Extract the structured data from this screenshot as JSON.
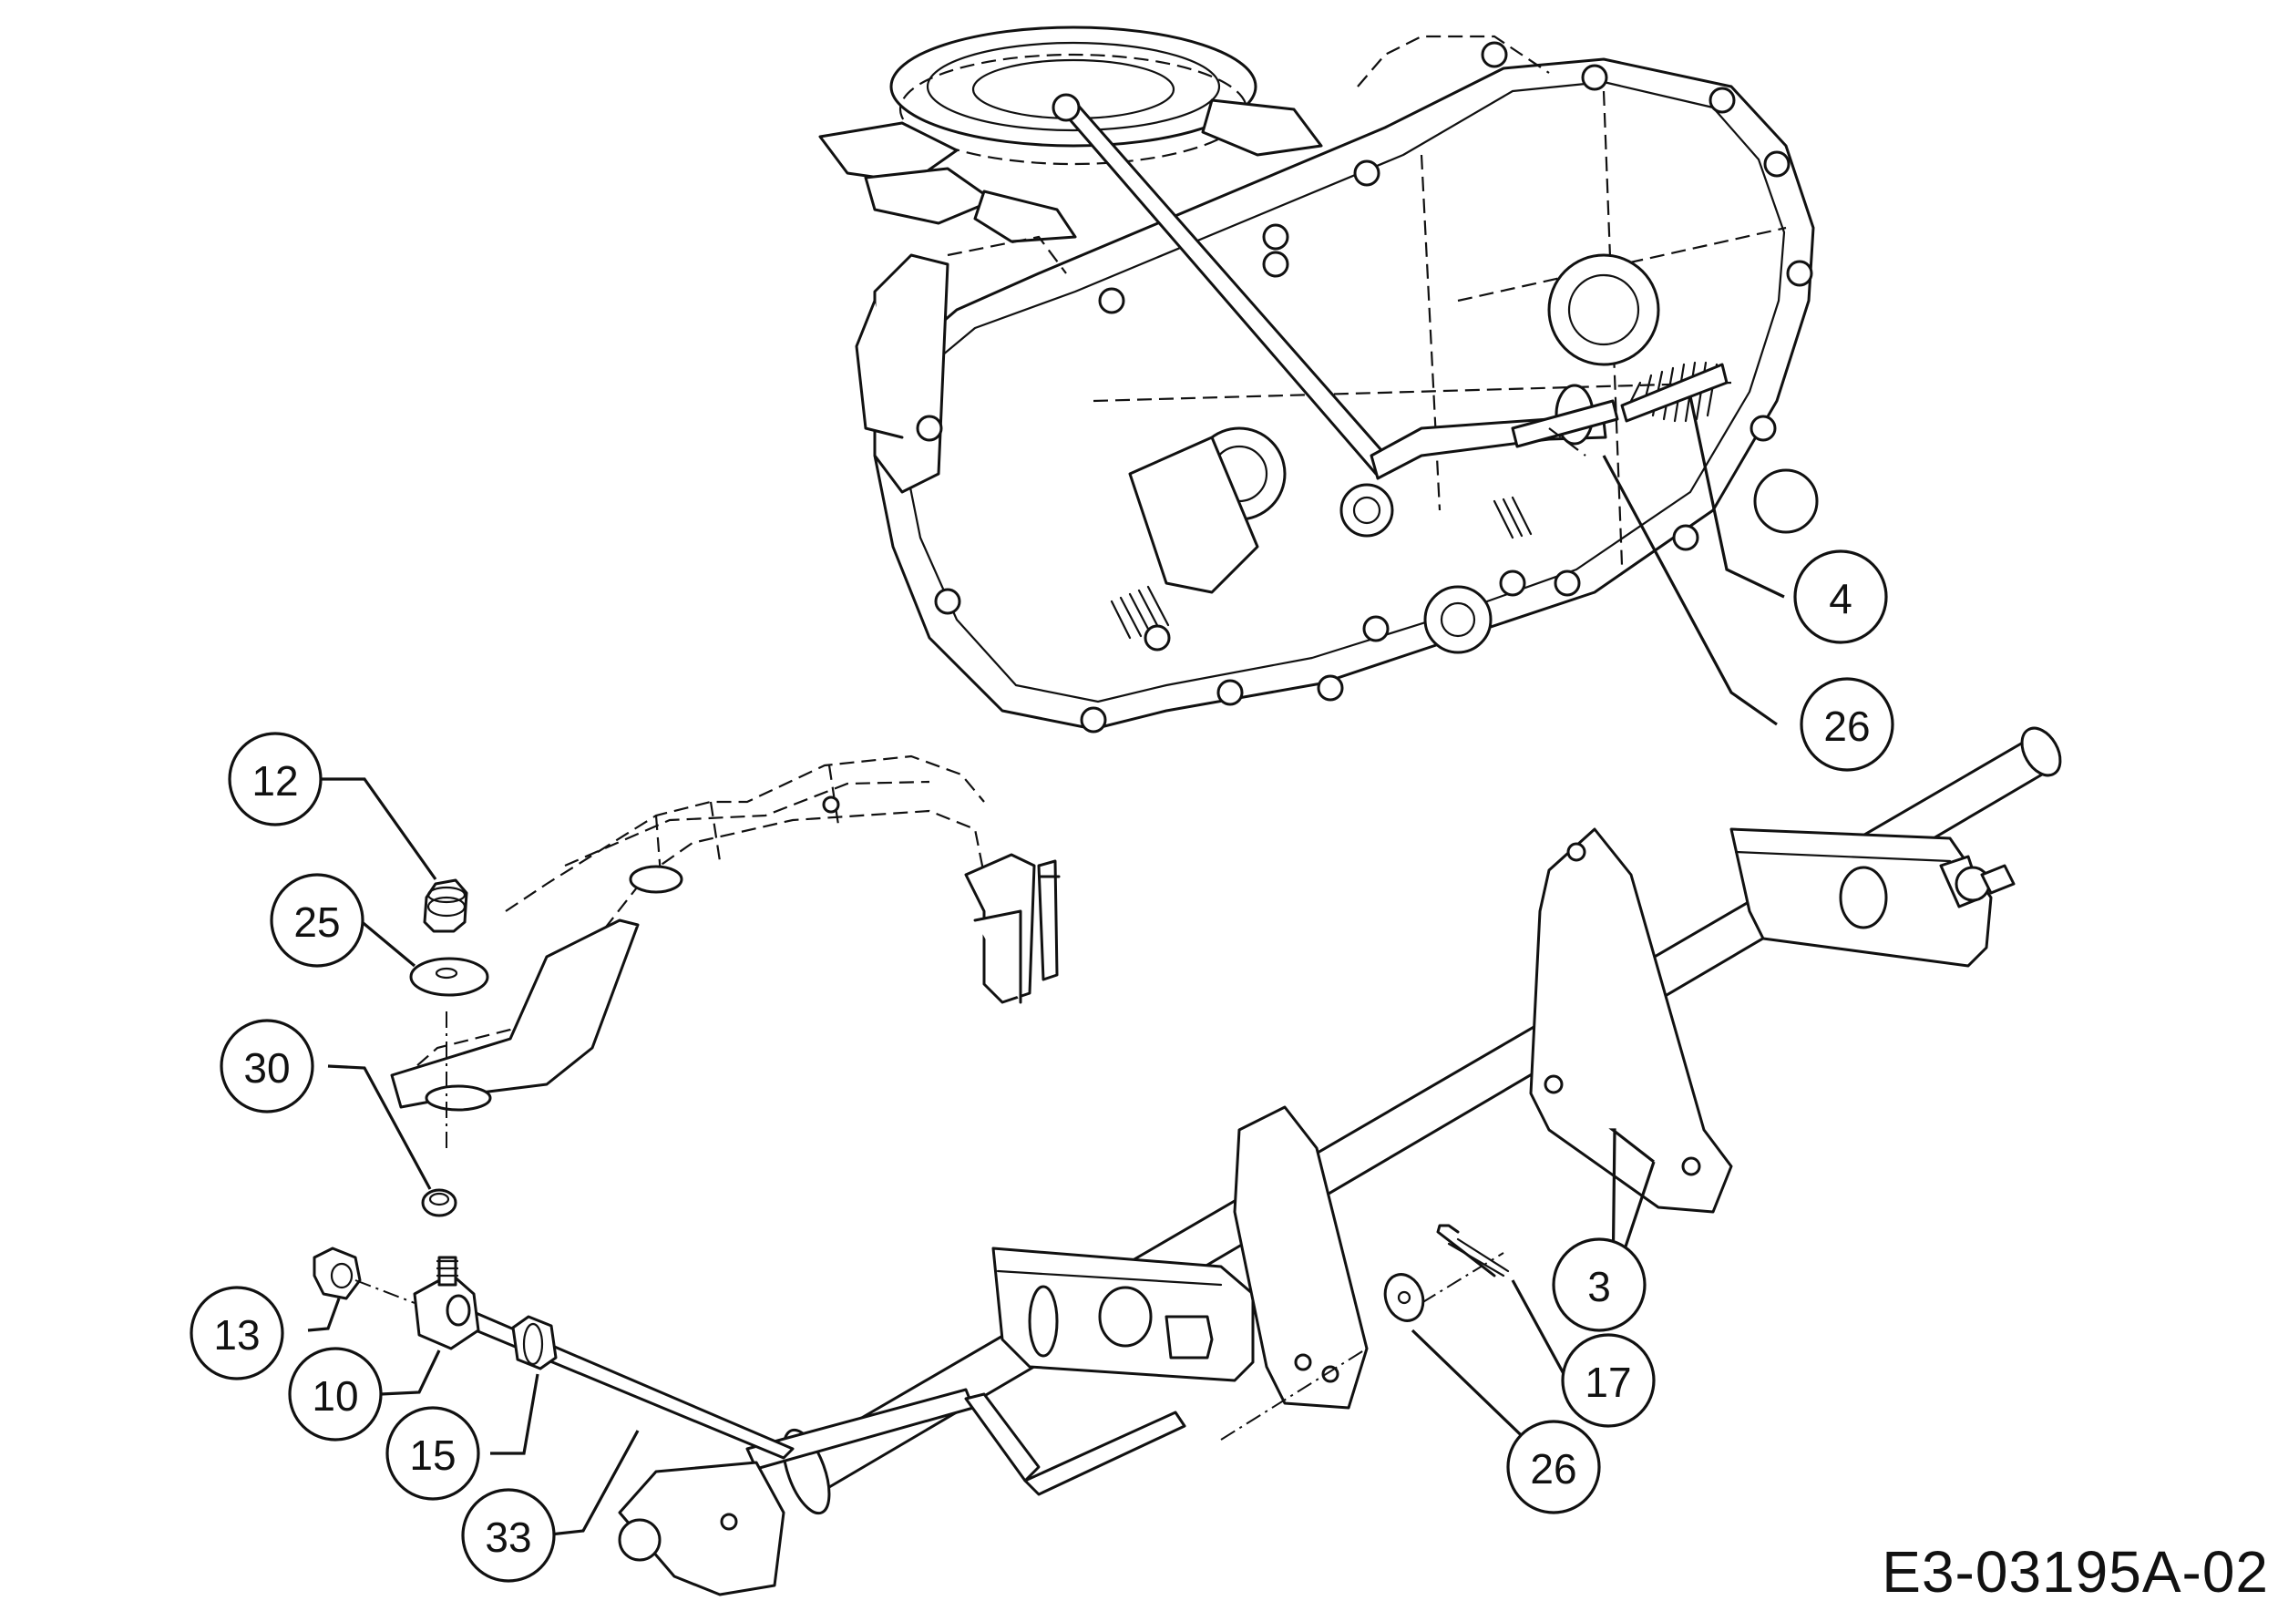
{
  "drawing": {
    "reference_code": "E3-03195A-02"
  },
  "callouts": [
    {
      "id": "callout-4",
      "label": "4"
    },
    {
      "id": "callout-26-upper",
      "label": "26"
    },
    {
      "id": "callout-12",
      "label": "12"
    },
    {
      "id": "callout-25",
      "label": "25"
    },
    {
      "id": "callout-30",
      "label": "30"
    },
    {
      "id": "callout-3",
      "label": "3"
    },
    {
      "id": "callout-17",
      "label": "17"
    },
    {
      "id": "callout-26-lower",
      "label": "26"
    },
    {
      "id": "callout-13",
      "label": "13"
    },
    {
      "id": "callout-10",
      "label": "10"
    },
    {
      "id": "callout-15",
      "label": "15"
    },
    {
      "id": "callout-33",
      "label": "33"
    }
  ]
}
